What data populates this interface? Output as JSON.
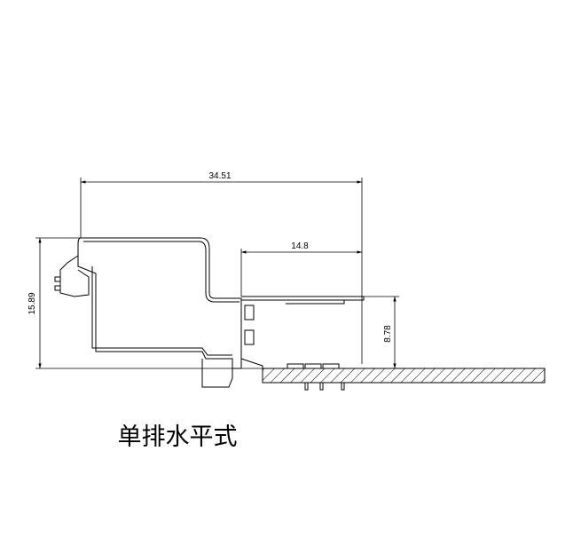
{
  "dimensions": {
    "overall_length": "34.51",
    "housing_length": "14.8",
    "overall_height": "15.89",
    "board_height": "8.78"
  },
  "caption": "单排水平式"
}
